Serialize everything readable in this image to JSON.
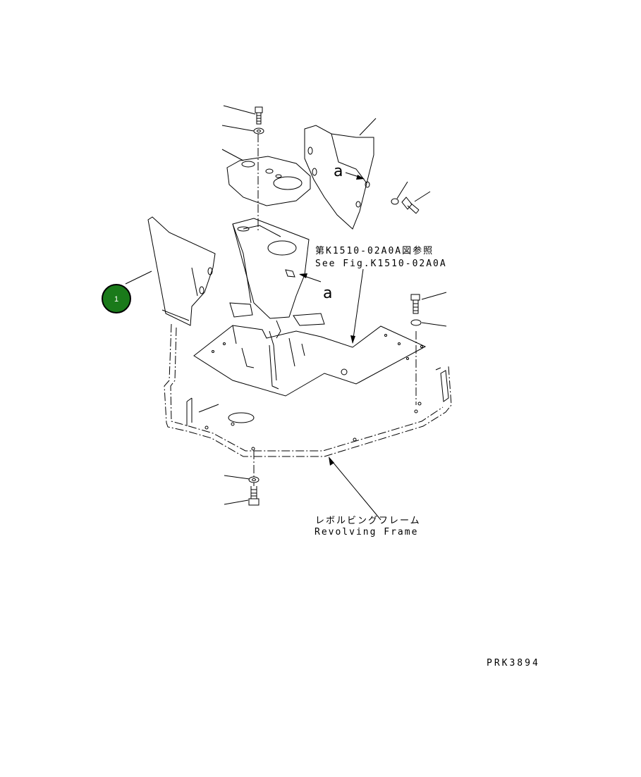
{
  "diagram": {
    "ref_label_jp": "第K1510-02A0A図参照",
    "ref_label_en": "See Fig.K1510-02A0A",
    "frame_label_jp": "レボルビングフレーム",
    "frame_label_en": "Revolving Frame",
    "detail_mark_upper": "a",
    "detail_mark_lower": "a",
    "drawing_id": "PRK3894",
    "callouts": [
      {
        "number": "1",
        "color": "#1a7a1a"
      }
    ]
  }
}
